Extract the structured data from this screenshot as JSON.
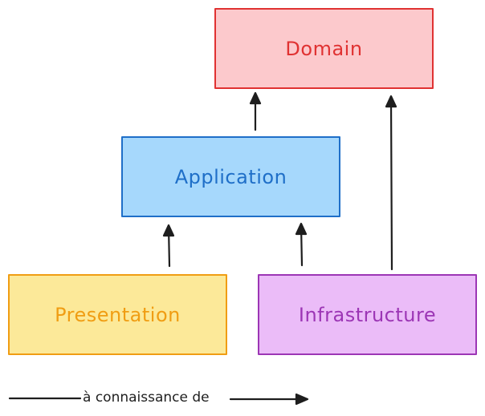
{
  "diagram": {
    "boxes": {
      "domain": {
        "label": "Domain",
        "fill": "#fcc9cc",
        "stroke": "#e03232",
        "text_color": "#e03232"
      },
      "application": {
        "label": "Application",
        "fill": "#a6d8fc",
        "stroke": "#1f6fc8",
        "text_color": "#1f6fc8"
      },
      "presentation": {
        "label": "Presentation",
        "fill": "#fce999",
        "stroke": "#f09d13",
        "text_color": "#f09d13"
      },
      "infrastructure": {
        "label": "Infrastructure",
        "fill": "#ebbcf8",
        "stroke": "#9c36b5",
        "text_color": "#9c36b5"
      }
    },
    "edges": [
      {
        "from": "application",
        "to": "domain"
      },
      {
        "from": "infrastructure",
        "to": "domain"
      },
      {
        "from": "presentation",
        "to": "application"
      },
      {
        "from": "infrastructure",
        "to": "application"
      }
    ],
    "legend": {
      "label": "à connaissance de",
      "arrow_color": "#1e1e1e"
    }
  }
}
